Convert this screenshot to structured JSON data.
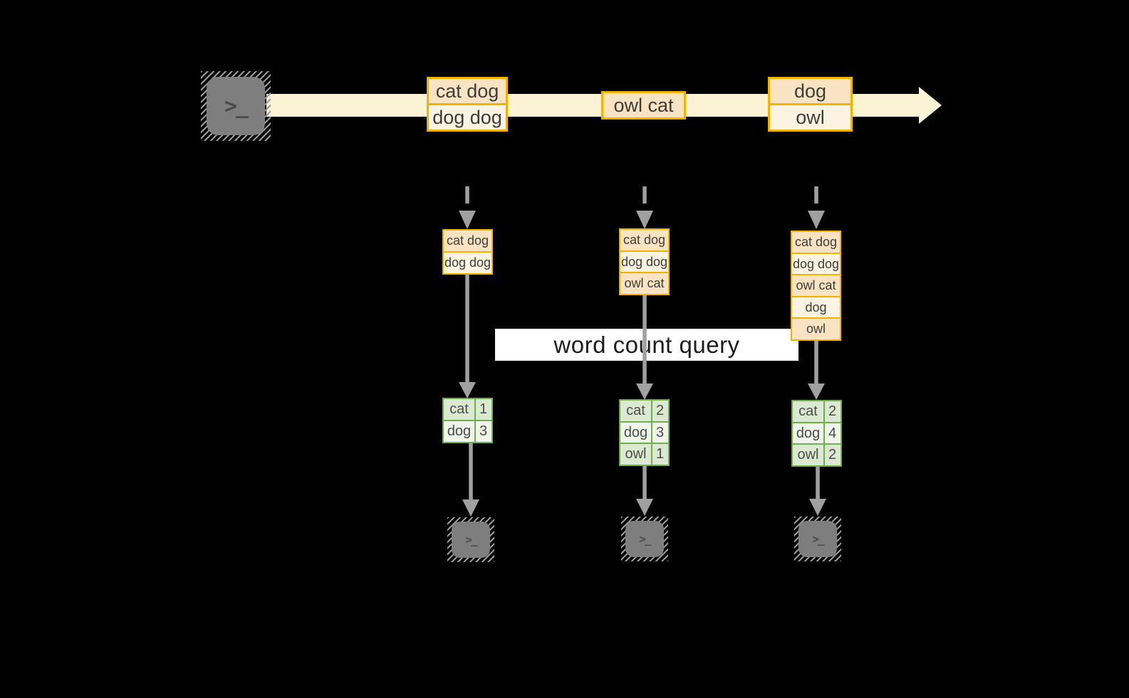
{
  "banner": {
    "label": "word count query"
  },
  "glyphs": {
    "prompt": ">_"
  },
  "stream_events": [
    {
      "lines": [
        "cat dog",
        "dog dog"
      ]
    },
    {
      "lines": [
        "owl cat"
      ]
    },
    {
      "lines": [
        "dog",
        "owl"
      ]
    }
  ],
  "pipelines": [
    {
      "buffer": [
        "cat dog",
        "dog dog"
      ],
      "counts": [
        {
          "word": "cat",
          "count": "1"
        },
        {
          "word": "dog",
          "count": "3"
        }
      ]
    },
    {
      "buffer": [
        "cat dog",
        "dog dog",
        "owl cat"
      ],
      "counts": [
        {
          "word": "cat",
          "count": "2"
        },
        {
          "word": "dog",
          "count": "3"
        },
        {
          "word": "owl",
          "count": "1"
        }
      ]
    },
    {
      "buffer": [
        "cat dog",
        "dog dog",
        "owl cat",
        "dog",
        "owl"
      ],
      "counts": [
        {
          "word": "cat",
          "count": "2"
        },
        {
          "word": "dog",
          "count": "4"
        },
        {
          "word": "owl",
          "count": "2"
        }
      ]
    }
  ],
  "colors": {
    "background": "#000000",
    "gold_border": "#F0B400",
    "peach_fill": "#FAE3C3",
    "cream_fill": "#FDF3E3",
    "stream_band": "#FCF3D6",
    "green_border": "#6FAE4A",
    "green_fill": "#DCE9D2",
    "green_fill_light": "#EFF5EB",
    "arrow_gray": "#A0A0A0",
    "terminal_gray": "#7E7E7E",
    "hatch_gray": "#9A9A9A",
    "text_dark": "#3F3D38",
    "banner_bg": "#FFFFFF",
    "banner_text": "#1C1C1C"
  }
}
